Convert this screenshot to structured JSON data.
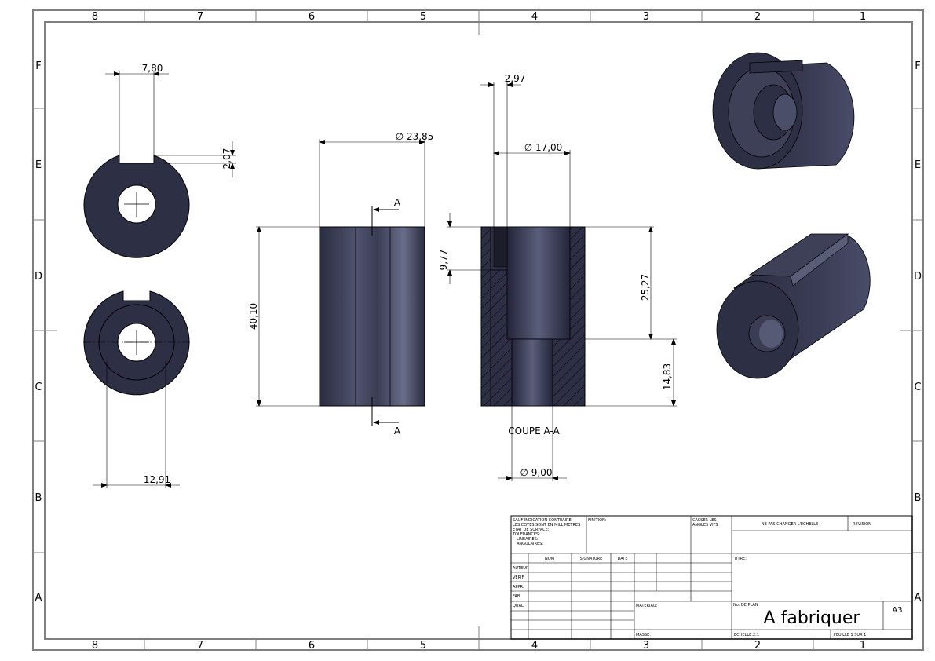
{
  "border": {
    "columns": [
      "8",
      "7",
      "6",
      "5",
      "4",
      "3",
      "2",
      "1"
    ],
    "rows": [
      "F",
      "E",
      "D",
      "C",
      "B",
      "A"
    ]
  },
  "dims": {
    "keyway_width": "7,80",
    "keyway_depth": "2,07",
    "outer_dia": "∅ 23,85",
    "bore_dia": "∅ 17,00",
    "wall": "2,97",
    "length": "40,10",
    "key_len": "9,77",
    "bore_depth": "25,27",
    "small_len": "14,83",
    "small_dia": "∅ 9,00",
    "end_dia": "12,91"
  },
  "section": {
    "arrow_label": "A",
    "caption": "COUPE A-A"
  },
  "title_block": {
    "general_notes": [
      "SAUF INDICATION CONTRAIRE:",
      "LES COTES SONT EN MILLIMETRES",
      "ETAT DE SURFACE:",
      "TOLERANCES:",
      "LINEAIRES:",
      "ANGULAIRES:"
    ],
    "finish": "FINITION:",
    "edges": [
      "CASSER LES",
      "ANGLES VIFS"
    ],
    "no_scale": "NE PAS CHANGER L'ECHELLE",
    "revision": "REVISION",
    "col_headers": [
      "NOM",
      "SIGNATURE",
      "DATE"
    ],
    "roles": [
      "AUTEUR",
      "VERIF.",
      "APPR.",
      "FAB.",
      "QUAL."
    ],
    "title_label": "TITRE:",
    "material": "MATERIAU:",
    "drawing_no": "No. DE PLAN",
    "drawing_title": "A fabriquer",
    "format": "A3",
    "mass": "MASSE:",
    "scale": "ECHELLE:2:1",
    "sheet": "FEUILLE 1 SUR 1"
  },
  "colors": {
    "part": "#2d2f44",
    "part_mid": "#50536d",
    "line": "#000000",
    "frame": "#808080"
  }
}
